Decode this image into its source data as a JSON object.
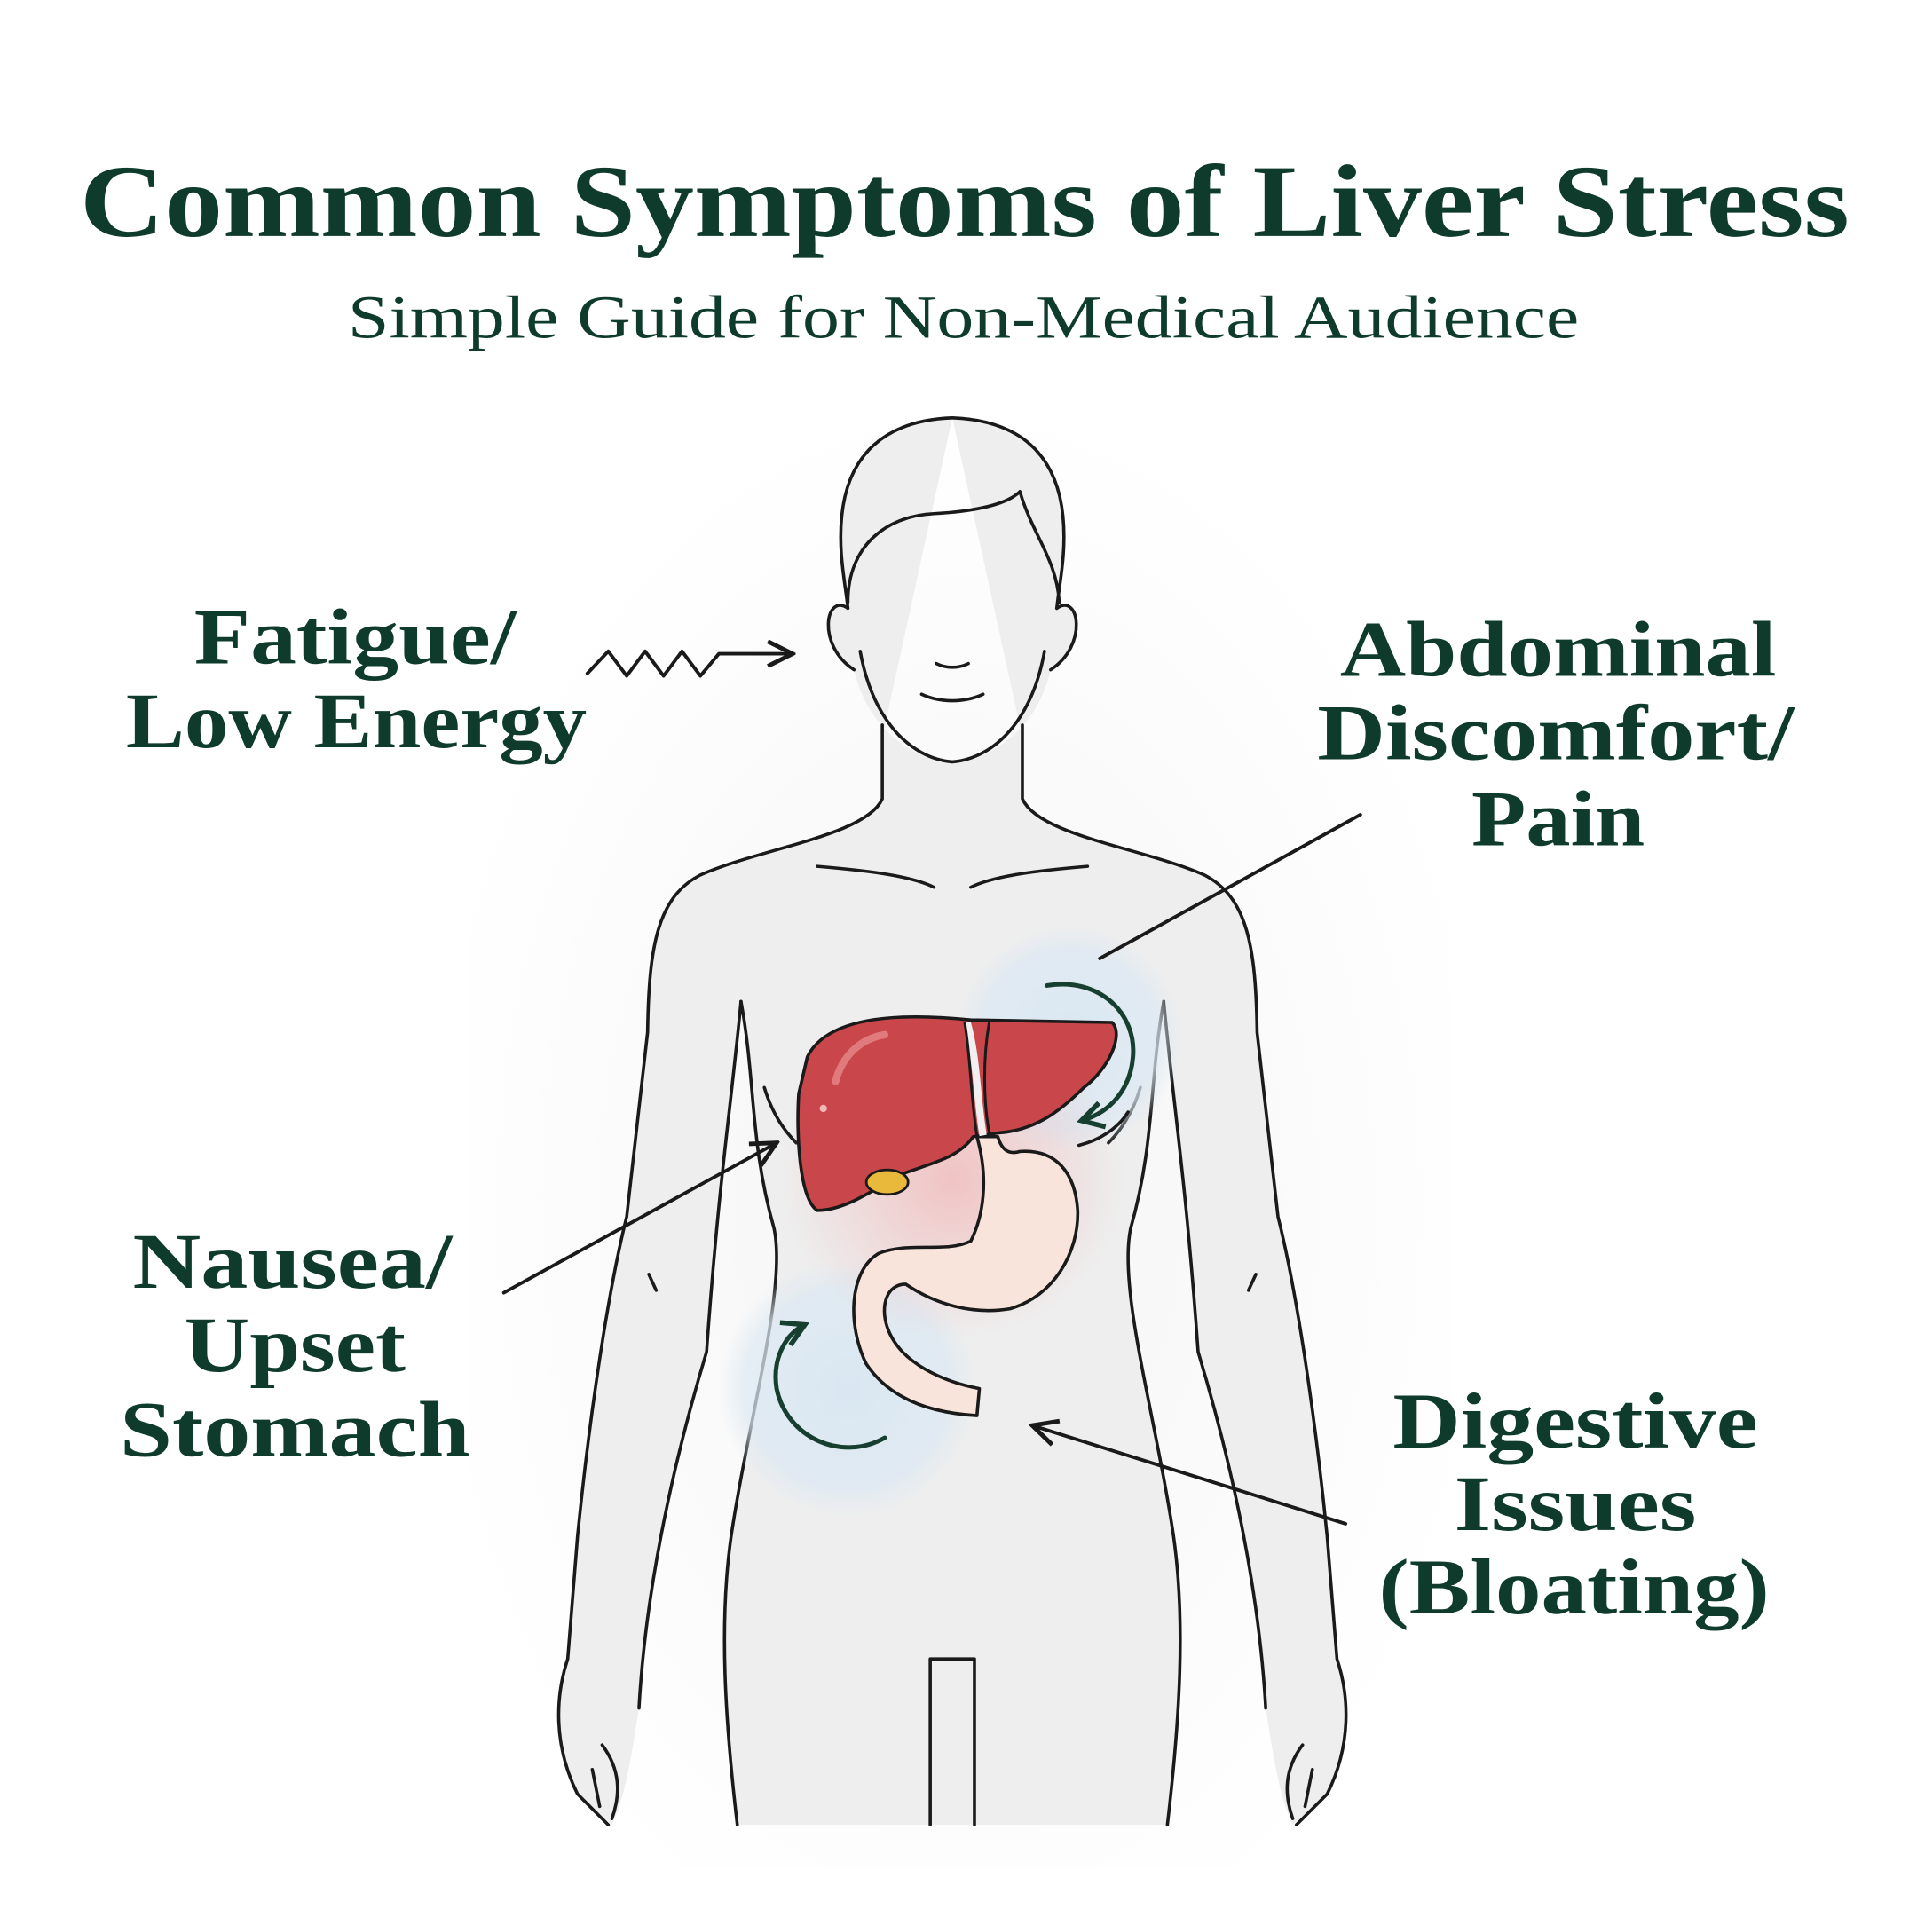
{
  "header": {
    "title": "Common Symptoms of Liver Stress",
    "subtitle": "Simple Guide for Non-Medical Audience"
  },
  "symptoms": {
    "fatigue": {
      "lines": [
        "Fatigue/",
        "Low Energy"
      ]
    },
    "abdominal": {
      "lines": [
        "Abdominal",
        "Discomfort/",
        "Pain"
      ]
    },
    "nausea": {
      "lines": [
        "Nausea/",
        "Upset",
        "Stomach"
      ]
    },
    "digestive": {
      "lines": [
        "Digestive",
        "Issues",
        "(Bloating)"
      ]
    }
  },
  "colors": {
    "text": "#0e3b2c",
    "liver": "#c9464a",
    "gallbladder": "#e8b93a",
    "stomach": "#f8e4da",
    "highlight": "#dce9f3"
  }
}
